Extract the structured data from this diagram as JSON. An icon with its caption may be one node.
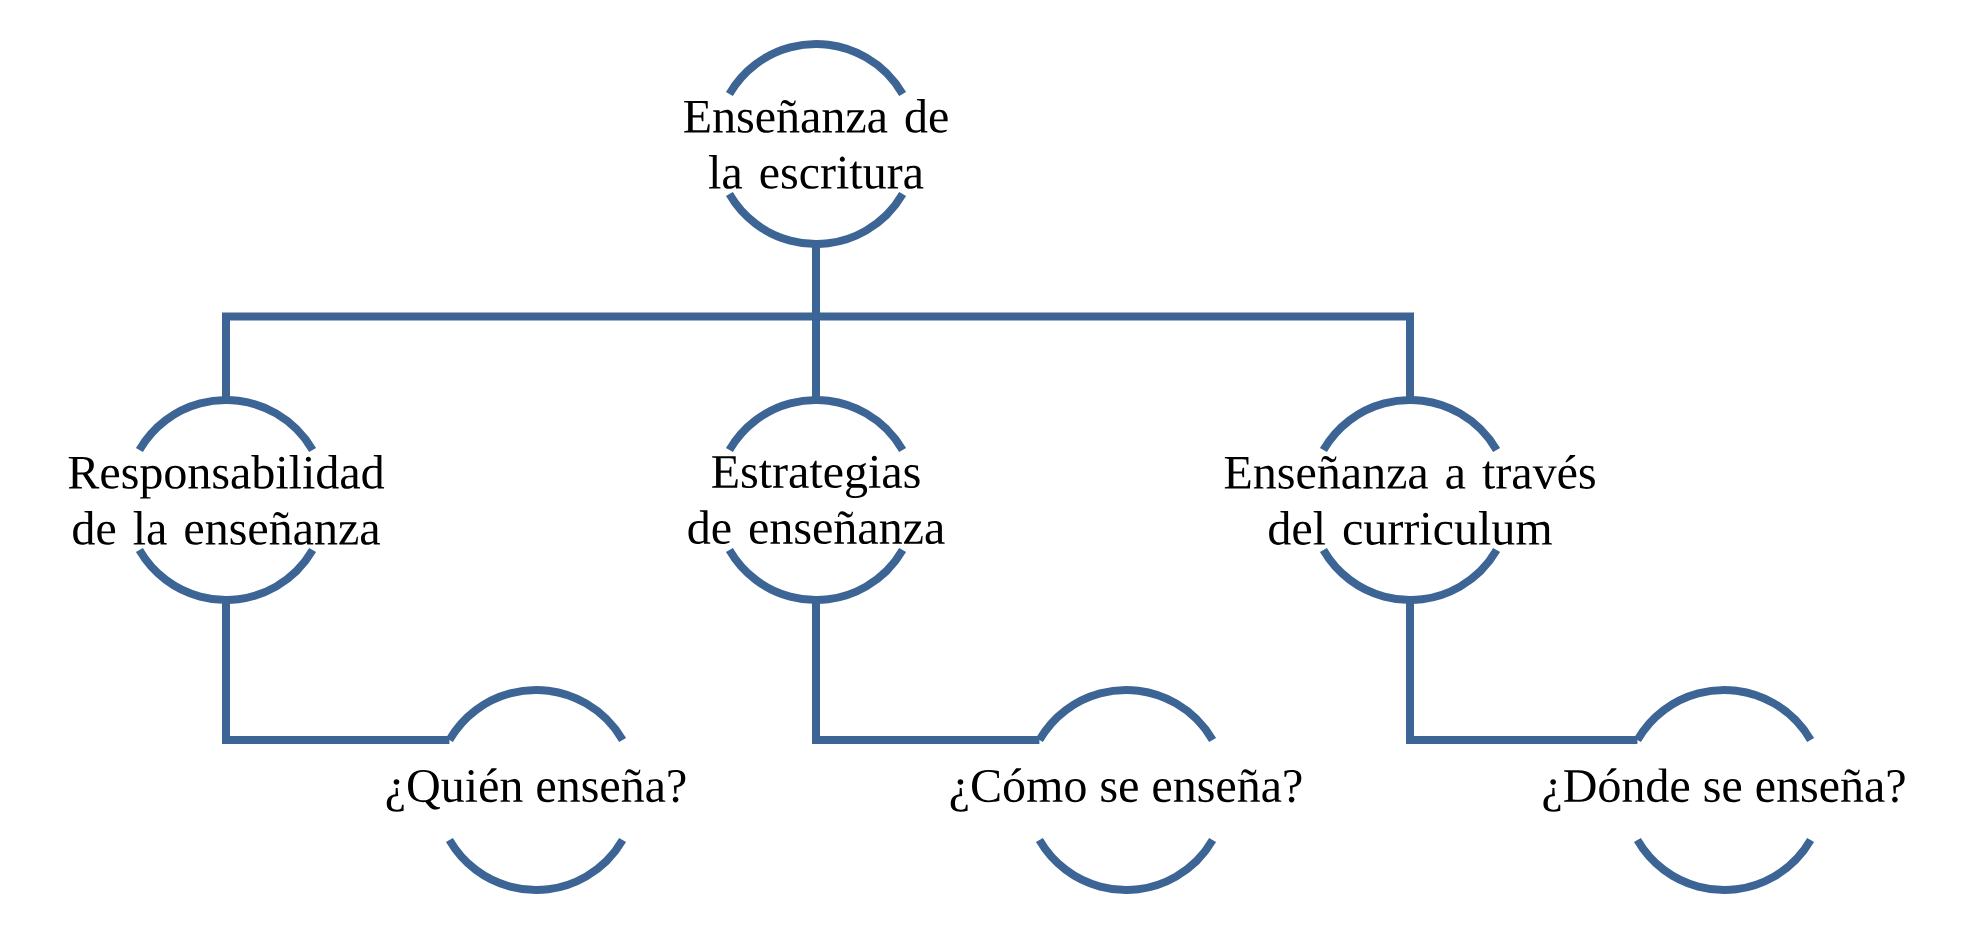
{
  "diagram": {
    "nodes": [
      {
        "text": [
          "Enseñanza de la escritura"
        ]
      },
      {
        "text": [
          "Responsabilidad de la enseñanza"
        ]
      },
      {
        "text": [
          "Estrategias de enseñanza"
        ]
      },
      {
        "text": [
          "Enseñanza a través del curriculum"
        ]
      },
      {
        "text": [
          "¿Quién enseña?"
        ]
      },
      {
        "text": [
          "¿Cómo se enseña?"
        ]
      },
      {
        "text": [
          "¿Dónde se enseña?"
        ]
      }
    ],
    "edges": [
      {
        "from": 0,
        "to": 1,
        "arrow": "none"
      },
      {
        "from": 0,
        "to": 2,
        "arrow": "none"
      },
      {
        "from": 0,
        "to": 3,
        "arrow": "none"
      },
      {
        "from": 1,
        "to": 4,
        "arrow": "none"
      },
      {
        "from": 2,
        "to": 5,
        "arrow": "none"
      },
      {
        "from": 3,
        "to": 6,
        "arrow": "none"
      }
    ]
  }
}
